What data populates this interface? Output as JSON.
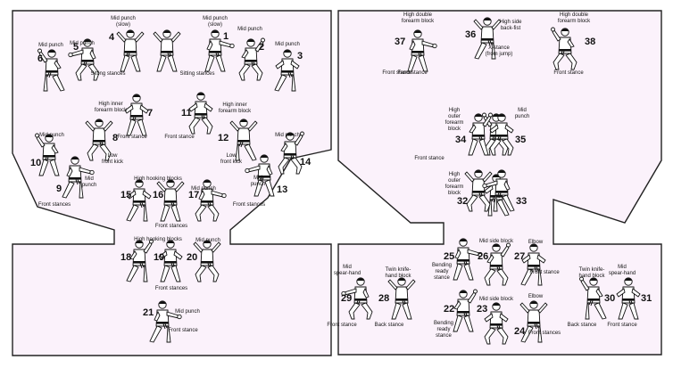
{
  "colors": {
    "panel_fill": "#fbf2fb",
    "panel_stroke": "#222222",
    "gi": "#ffffff",
    "belt": "#111111",
    "ink": "#111111"
  },
  "moves": [
    {
      "n": "1",
      "label": "Mid punch\n(slow)"
    },
    {
      "n": "2",
      "label": "Mid punch"
    },
    {
      "n": "3",
      "label": "Mid punch"
    },
    {
      "n": "4",
      "label": "Mid punch\n(slow)"
    },
    {
      "n": "5",
      "label": "Mid punch"
    },
    {
      "n": "6",
      "label": "Mid punch"
    },
    {
      "n": "7",
      "label": "High inner\nforearm block"
    },
    {
      "n": "8",
      "label": "Low\nfront kick"
    },
    {
      "n": "9",
      "label": "Mid\npunch"
    },
    {
      "n": "10",
      "label": "Mid punch"
    },
    {
      "n": "11",
      "label": "High inner\nforearm block"
    },
    {
      "n": "12",
      "label": "Low\nfront kick"
    },
    {
      "n": "13",
      "label": "Mid\npunch"
    },
    {
      "n": "14",
      "label": "Mid punch"
    },
    {
      "n": "15",
      "label": "High hooking blocks"
    },
    {
      "n": "16",
      "label": ""
    },
    {
      "n": "17",
      "label": "Mid punch"
    },
    {
      "n": "18",
      "label": "High hooking blocks"
    },
    {
      "n": "19",
      "label": ""
    },
    {
      "n": "20",
      "label": "Mid punch"
    },
    {
      "n": "21",
      "label": "Mid punch"
    },
    {
      "n": "22",
      "label": "Bending\nready\nstance"
    },
    {
      "n": "23",
      "label": "Mid side block"
    },
    {
      "n": "24",
      "label": "Elbow"
    },
    {
      "n": "25",
      "label": "Bending\nready\nstance"
    },
    {
      "n": "26",
      "label": "Mid side block"
    },
    {
      "n": "27",
      "label": "Elbow"
    },
    {
      "n": "28",
      "label": "Twin knife-\nhand block"
    },
    {
      "n": "29",
      "label": "Mid\nspear-hand"
    },
    {
      "n": "30",
      "label": "Twin knife-\nhand block"
    },
    {
      "n": "31",
      "label": "Mid\nspear-hand"
    },
    {
      "n": "32",
      "label": "High\nouter\nforearm\nblock"
    },
    {
      "n": "33",
      "label": ""
    },
    {
      "n": "34",
      "label": "High\nouter\nforearm\nblock"
    },
    {
      "n": "35",
      "label": "Mid\npunch"
    },
    {
      "n": "36",
      "label": "High side\nback-fist"
    },
    {
      "n": "37",
      "label": "High double\nforearm block"
    },
    {
      "n": "38",
      "label": "High double\nforearm block"
    }
  ],
  "stances": [
    "Sitting stances",
    "Sitting stances",
    "Front stance",
    "Front stance",
    "Front stances",
    "Front stances",
    "Front stances",
    "Front stances",
    "Front stance",
    "Front stance",
    "Front stance",
    "Back stance",
    "Front stance",
    "Back stance",
    "Front stance",
    "Front stance",
    "Front stances",
    "X-stance\n(from jump)",
    "Front stance",
    "Front stance"
  ]
}
